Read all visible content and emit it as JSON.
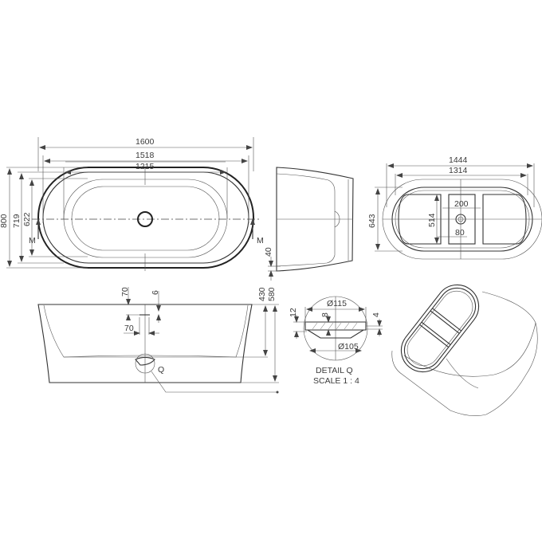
{
  "drawing": {
    "type": "technical drawing - freestanding bathtub",
    "units": "mm",
    "top_view": {
      "overall_length": "1600",
      "outer_rim_length": "1518",
      "inner_basin_length": "1215",
      "overall_width": "800",
      "rim_width": "719",
      "basin_width": "622",
      "section_marker_left": "M",
      "section_marker_right": "M"
    },
    "section_view": {
      "rim_offset": "40"
    },
    "front_view": {
      "overflow_height": "70",
      "overflow_spacing": "70",
      "overflow_offset": "6",
      "inner_depth": "430",
      "total_height": "580",
      "detail_marker": "Q"
    },
    "bottom_view": {
      "base_length": "1444",
      "inner_length": "1314",
      "base_width": "643",
      "support_height": "514",
      "center_frame_width": "200",
      "drain_diameter": "80"
    },
    "detail_q": {
      "outer_diameter": "Ø115",
      "inner_diameter": "Ø105",
      "total_thickness": "12",
      "cover_thickness": "8",
      "rim_thickness": "4",
      "title": "DETAIL Q",
      "scale": "SCALE 1 : 4"
    }
  }
}
